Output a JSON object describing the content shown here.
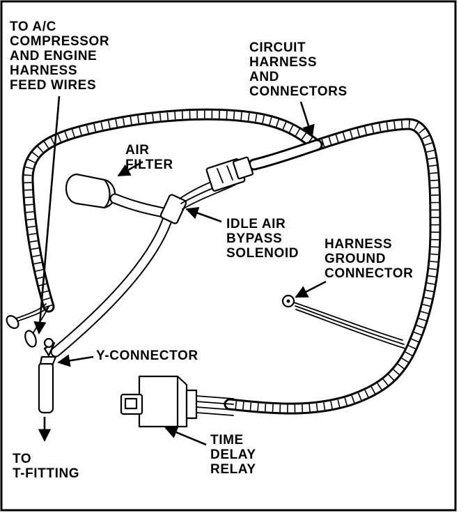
{
  "labels": {
    "ac_feed": [
      "TO A/C",
      "COMPRESSOR",
      "AND ENGINE",
      "HARNESS",
      "FEED WIRES"
    ],
    "circuit": [
      "CIRCUIT",
      "HARNESS",
      "AND",
      "CONNECTORS"
    ],
    "air_filter": [
      "AIR",
      "FILTER"
    ],
    "iab_solenoid": [
      "IDLE AIR",
      "BYPASS",
      "SOLENOID"
    ],
    "ground": [
      "HARNESS",
      "GROUND",
      "CONNECTOR"
    ],
    "y_connector": [
      "Y-CONNECTOR"
    ],
    "t_fitting": [
      "TO",
      "T-FITTING"
    ],
    "relay": [
      "TIME",
      "DELAY",
      "RELAY"
    ]
  },
  "colors": {
    "ink": "#000000",
    "paper": "#ffffff"
  }
}
